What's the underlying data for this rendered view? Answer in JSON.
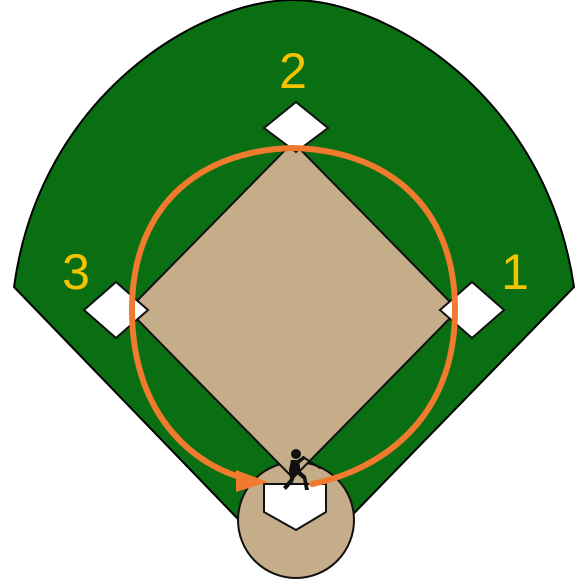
{
  "bases": {
    "second": "2",
    "third": "3",
    "first": "1"
  },
  "colors": {
    "outfield": "#0a6e12",
    "infield": "#c5ad89",
    "outline": "#111111",
    "base": "#ffffff",
    "path": "#f07a2e",
    "label": "#f5c400"
  },
  "icons": {
    "batter": "batter-icon",
    "path": "base-running-path"
  }
}
